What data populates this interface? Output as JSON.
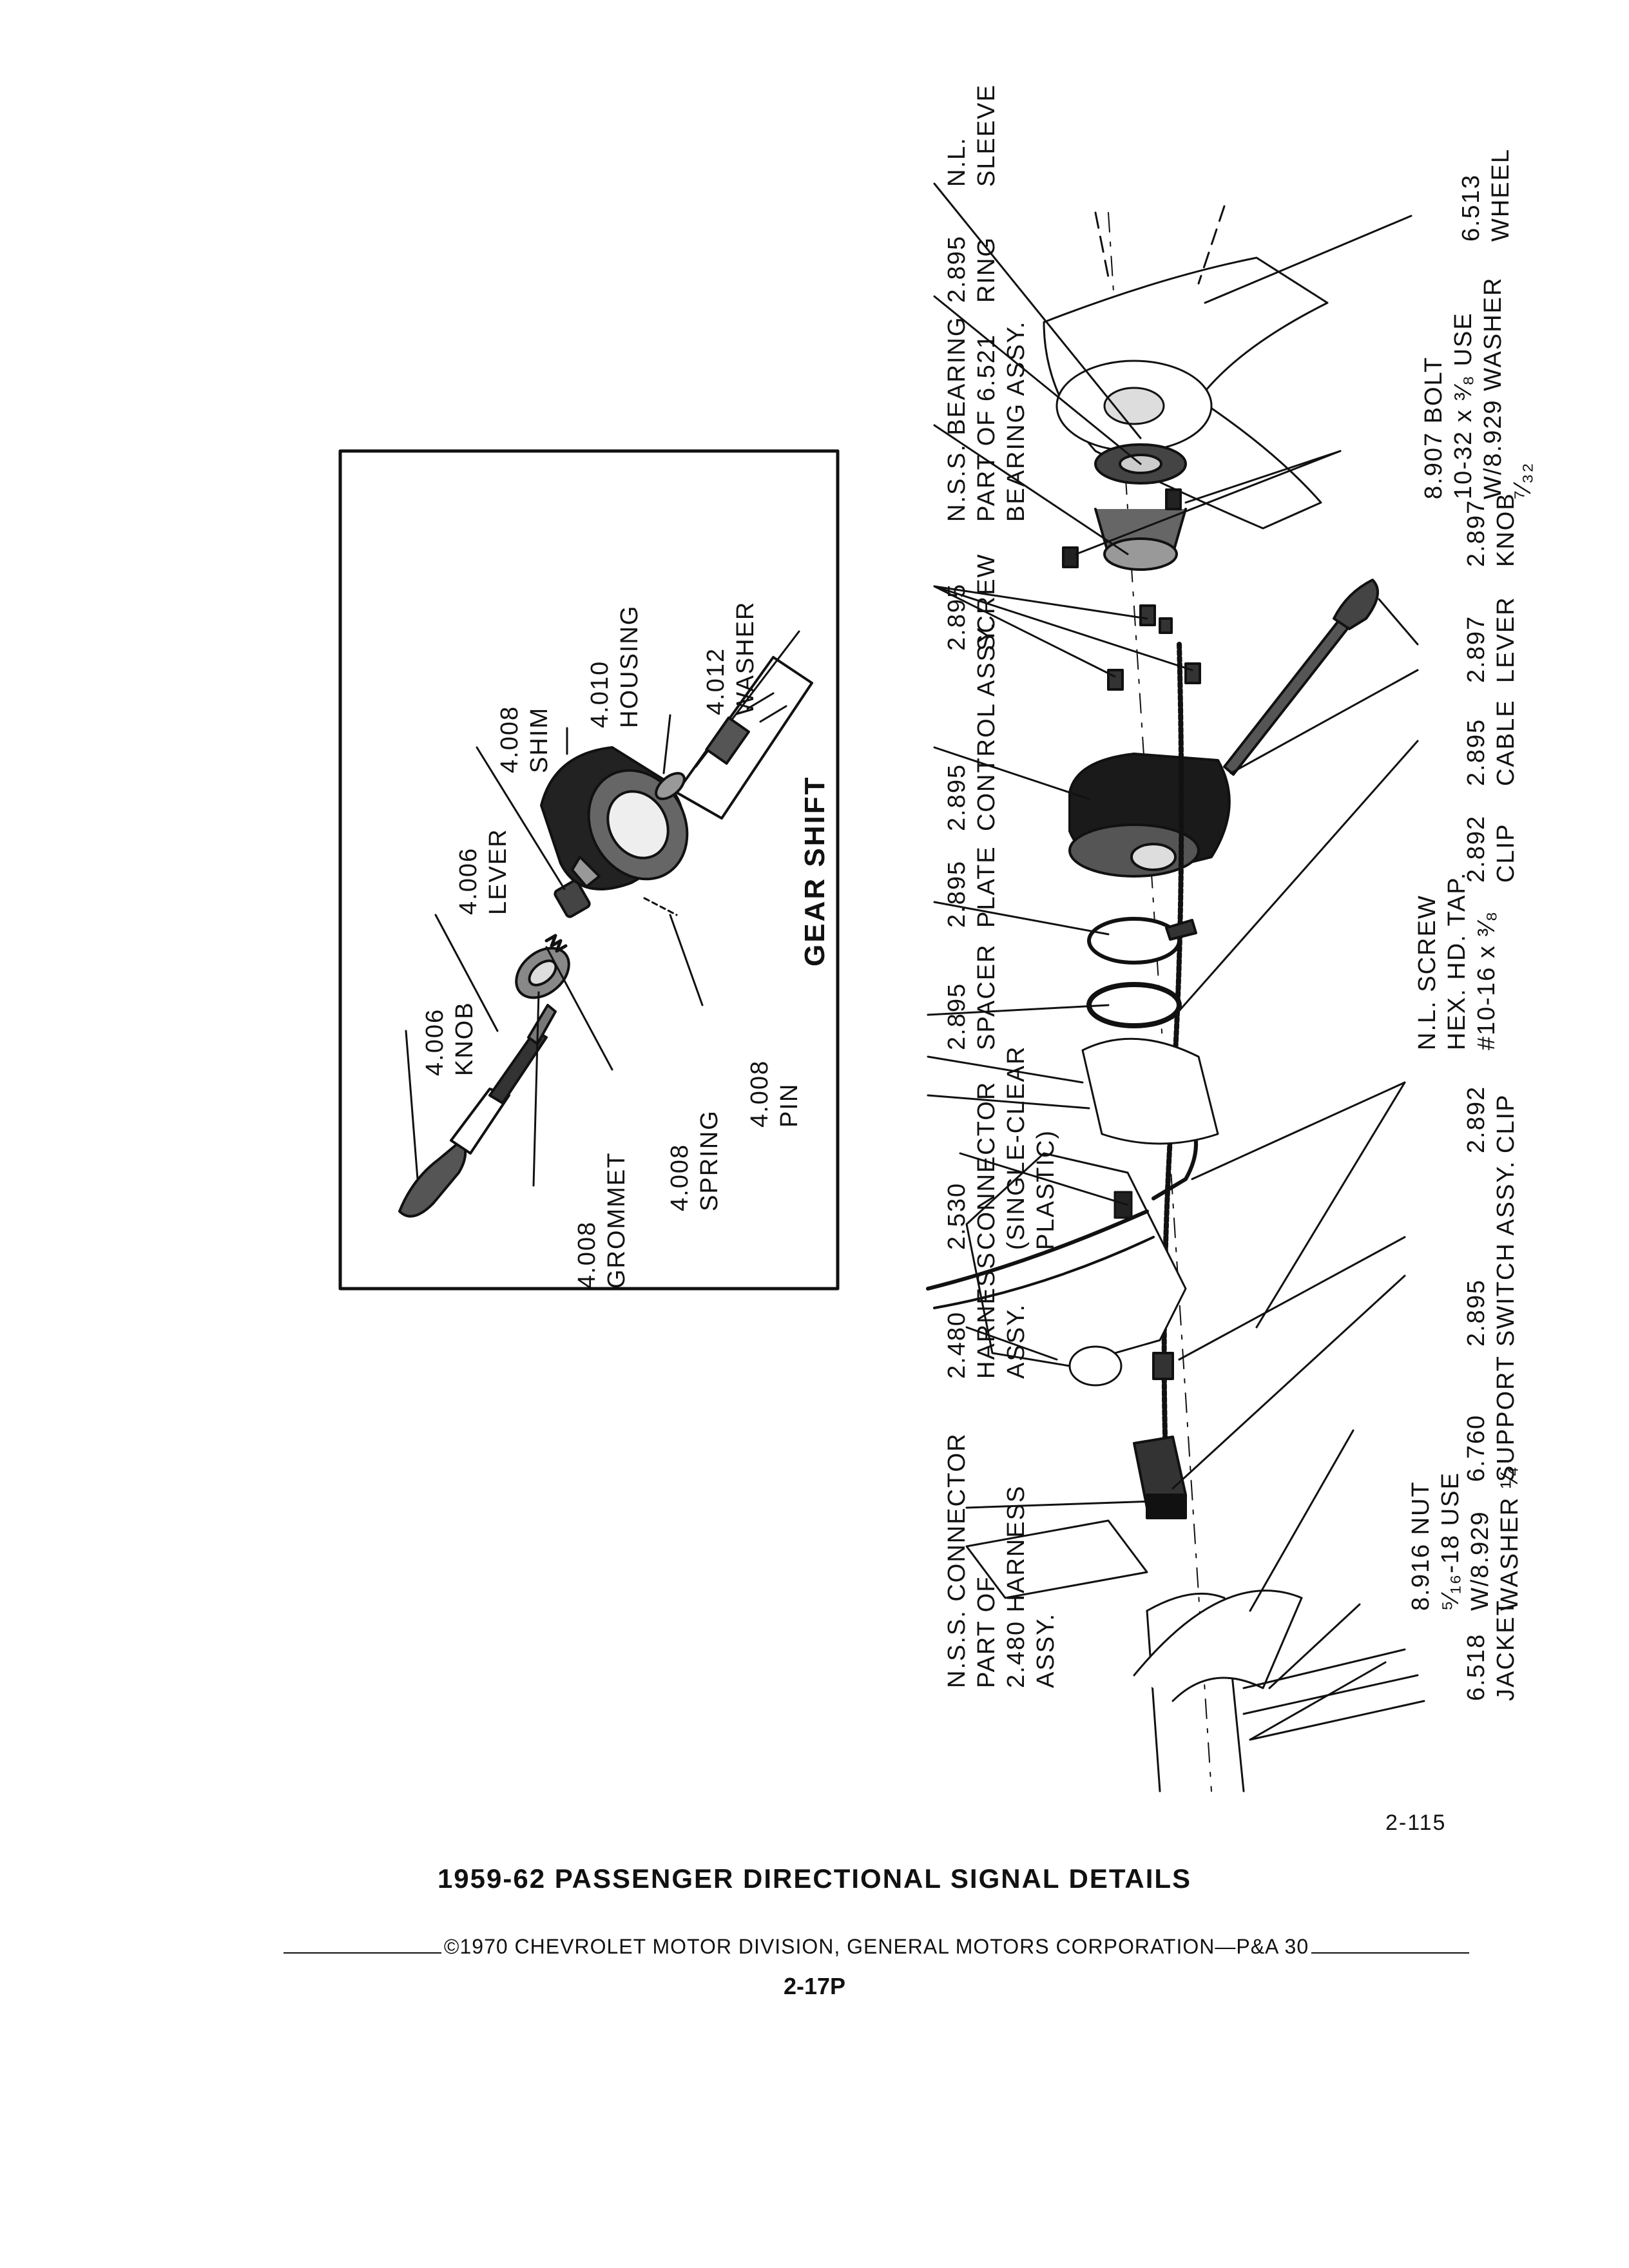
{
  "caption": "1959-62 PASSENGER DIRECTIONAL SIGNAL DETAILS",
  "footer": "©1970 CHEVROLET MOTOR DIVISION, GENERAL MOTORS CORPORATION—P&A 30",
  "page_number": "2-17P",
  "figure_number": "2-115",
  "inset": {
    "title": "GEAR SHIFT",
    "labels": {
      "knob": [
        "4.006",
        "KNOB"
      ],
      "lever": [
        "4.006",
        "LEVER"
      ],
      "shim": [
        "4.008",
        "SHIM"
      ],
      "housing": [
        "4.010",
        "HOUSING"
      ],
      "washer": [
        "4.012",
        "WASHER"
      ],
      "grommet": [
        "4.008",
        "GROMMET"
      ],
      "spring": [
        "4.008",
        "SPRING"
      ],
      "pin": [
        "4.008",
        "PIN"
      ]
    }
  },
  "top_labels": {
    "sleeve": [
      "N.L.",
      "SLEEVE"
    ],
    "ring": [
      "2.895",
      "RING"
    ],
    "bearing": [
      "N.S.S. BEARING",
      "PART OF 6.521",
      "BEARING ASSY."
    ],
    "screw": [
      "2.895",
      "SCREW"
    ],
    "control": [
      "2.895",
      "CONTROL ASSY."
    ],
    "plate": [
      "2.895",
      "PLATE"
    ],
    "spacer": [
      "2.895",
      "SPACER"
    ],
    "connector": [
      "2.530",
      "CONNECTOR",
      "(SINGLE-CLEAR",
      "PLASTIC)"
    ],
    "harness": [
      "2.480",
      "HARNESS",
      "ASSY."
    ],
    "nss_connector": [
      "N.S.S. CONNECTOR",
      "PART OF",
      "2.480 HARNESS",
      "ASSY."
    ]
  },
  "bottom_labels": {
    "wheel": [
      "6.513",
      "WHEEL"
    ],
    "bolt": [
      "8.907 BOLT",
      "10-32 x ³⁄₈ USE",
      "W/8.929 WASHER",
      "⁷⁄₃₂"
    ],
    "knob": [
      "2.897",
      "KNOB"
    ],
    "lever": [
      "2.897",
      "LEVER"
    ],
    "cable": [
      "2.895",
      "CABLE"
    ],
    "clip": [
      "2.892",
      "CLIP"
    ],
    "screw_hex": [
      "N.L. SCREW",
      "HEX. HD. TAP.",
      "#10-16 x ³⁄₈"
    ],
    "clip2": [
      "2.892",
      "CLIP"
    ],
    "switch": [
      "2.895",
      "SWITCH ASSY."
    ],
    "support": [
      "6.760",
      "SUPPORT"
    ],
    "nut": [
      "8.916 NUT",
      "⁵⁄₁₆-18 USE",
      "W/8.929",
      "WASHER ¼"
    ],
    "jacket": [
      "6.518",
      "JACKET"
    ]
  }
}
